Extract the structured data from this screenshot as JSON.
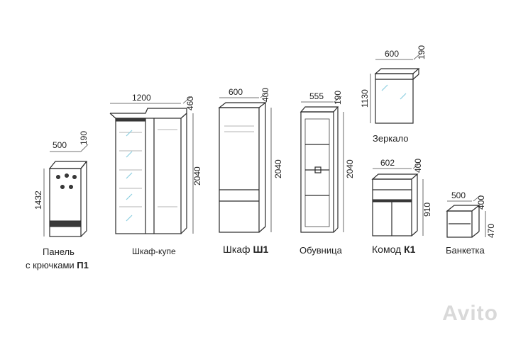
{
  "items": [
    {
      "id": "panel",
      "label": "Панель",
      "label_line2": "с крючками",
      "code": "П1",
      "width": "500",
      "depth": "190",
      "height": "1432"
    },
    {
      "id": "wardrobe",
      "label": "Шкаф-купе",
      "code": "",
      "width": "1200",
      "depth": "460",
      "height": "2040"
    },
    {
      "id": "cabinet",
      "label": "Шкаф",
      "code": "Ш1",
      "width": "600",
      "depth": "400",
      "height": "2040"
    },
    {
      "id": "shoe",
      "label": "Обувница",
      "code": "",
      "width": "555",
      "depth": "190",
      "height": "2040"
    },
    {
      "id": "mirror",
      "label": "Зеркало",
      "code": "",
      "width": "600",
      "depth": "190",
      "height": "1130"
    },
    {
      "id": "dresser",
      "label": "Комод",
      "code": "К1",
      "width": "602",
      "depth": "400",
      "height": "910"
    },
    {
      "id": "bench",
      "label": "Банкетка",
      "code": "",
      "width": "500",
      "depth": "400",
      "height": "470"
    }
  ],
  "watermark": "Avito",
  "colors": {
    "line": "#2a2a2a",
    "glass": "#8ccfe0",
    "watermark": "#d9d9d9"
  }
}
